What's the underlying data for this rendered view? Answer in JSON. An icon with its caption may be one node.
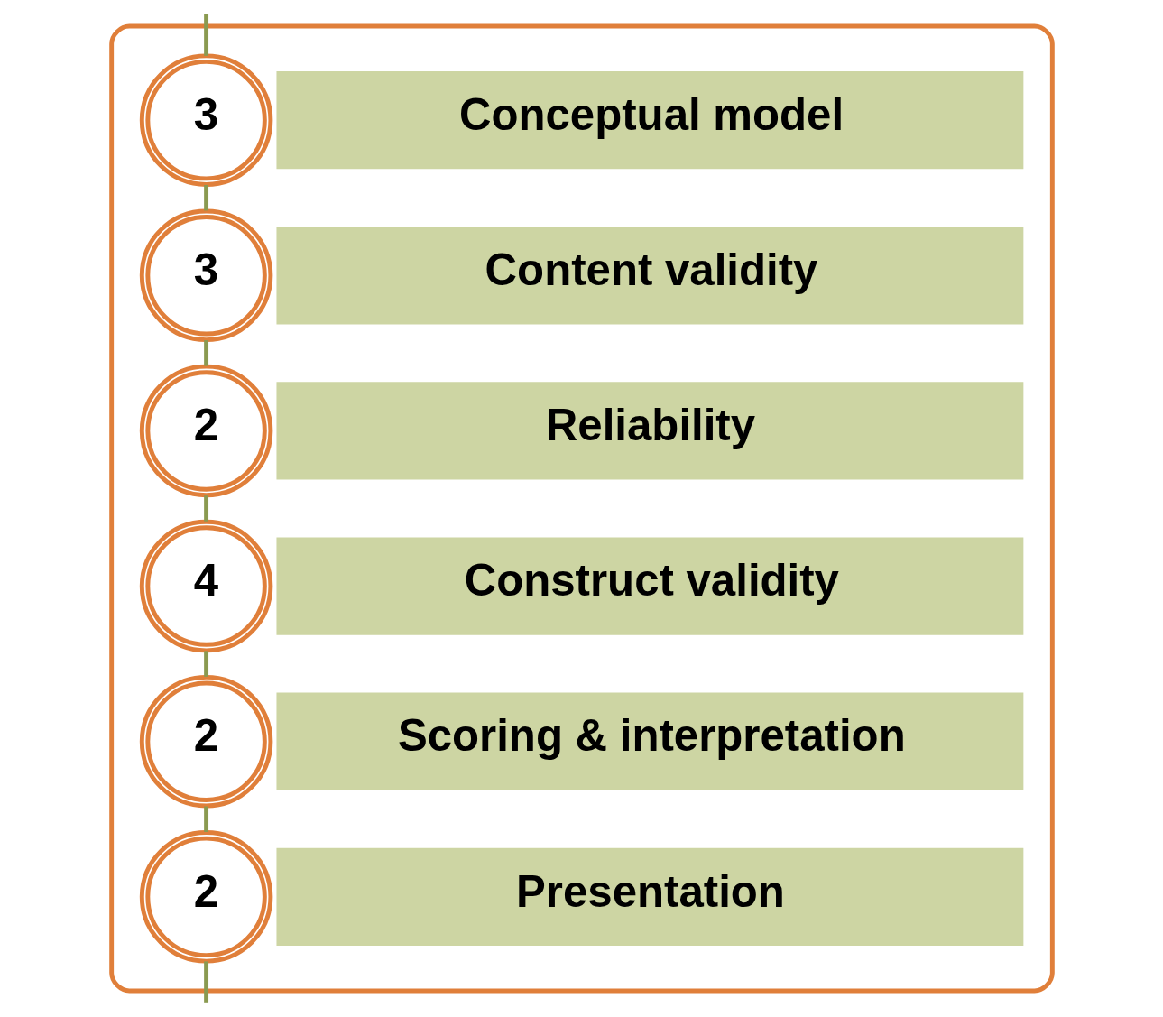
{
  "diagram": {
    "nodes": [
      {
        "text": [],
        "shape": "box"
      },
      {
        "text": [
          "3"
        ],
        "in": 0
      },
      {
        "text": [
          "Conceptual model"
        ],
        "in": 0
      },
      {
        "text": [
          "3"
        ],
        "in": 0
      },
      {
        "text": [
          "Content validity"
        ],
        "in": 0
      },
      {
        "text": [
          "2"
        ],
        "in": 0
      },
      {
        "text": [
          "Reliability"
        ],
        "in": 0
      },
      {
        "text": [
          "4"
        ],
        "in": 0
      },
      {
        "text": [
          "Construct validity"
        ],
        "in": 0
      },
      {
        "text": [
          "2"
        ],
        "in": 0
      },
      {
        "text": [
          "Scoring & interpretation"
        ],
        "in": 0
      },
      {
        "text": [
          "2"
        ],
        "in": 0
      },
      {
        "text": [
          "Presentation"
        ],
        "in": 0
      }
    ],
    "edges": [
      {
        "from": null,
        "to": 1,
        "arrow": "none"
      },
      {
        "from": 1,
        "to": 3,
        "arrow": "none"
      },
      {
        "from": 3,
        "to": 5,
        "arrow": "none"
      },
      {
        "from": 5,
        "to": 7,
        "arrow": "none"
      },
      {
        "from": 7,
        "to": 9,
        "arrow": "none"
      },
      {
        "from": 9,
        "to": 11,
        "arrow": "none"
      },
      {
        "from": 11,
        "to": null,
        "arrow": "none"
      }
    ]
  }
}
